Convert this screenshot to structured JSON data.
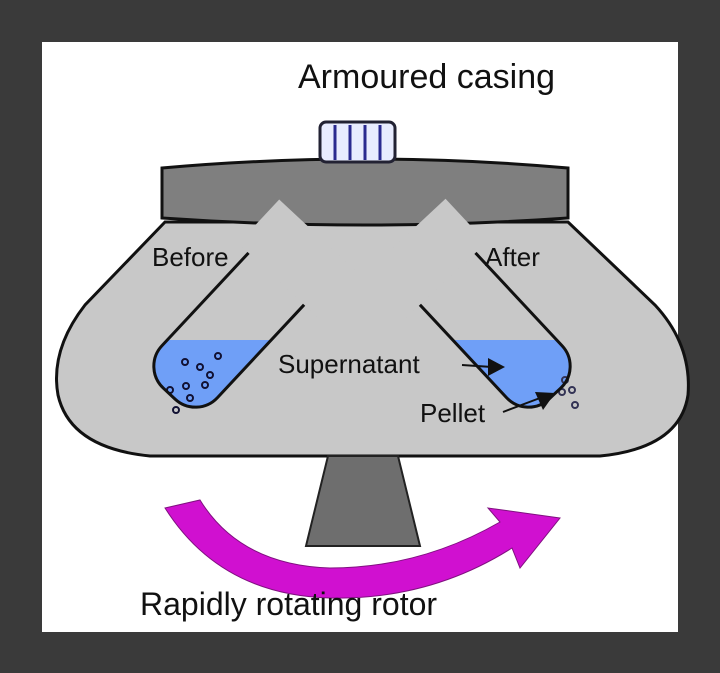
{
  "diagram": {
    "title": "Armoured casing",
    "caption": "Rapidly rotating rotor",
    "labels": {
      "before": "Before",
      "after": "After",
      "supernatant": "Supernatant",
      "pellet": "Pellet"
    },
    "colors": {
      "background": "#3a3a3a",
      "lid": "#7f7f7f",
      "bowl": "#c8c8c8",
      "liquid": "#6f9ff7",
      "arrow": "#d010d0",
      "knob": "#e8ecff"
    }
  }
}
